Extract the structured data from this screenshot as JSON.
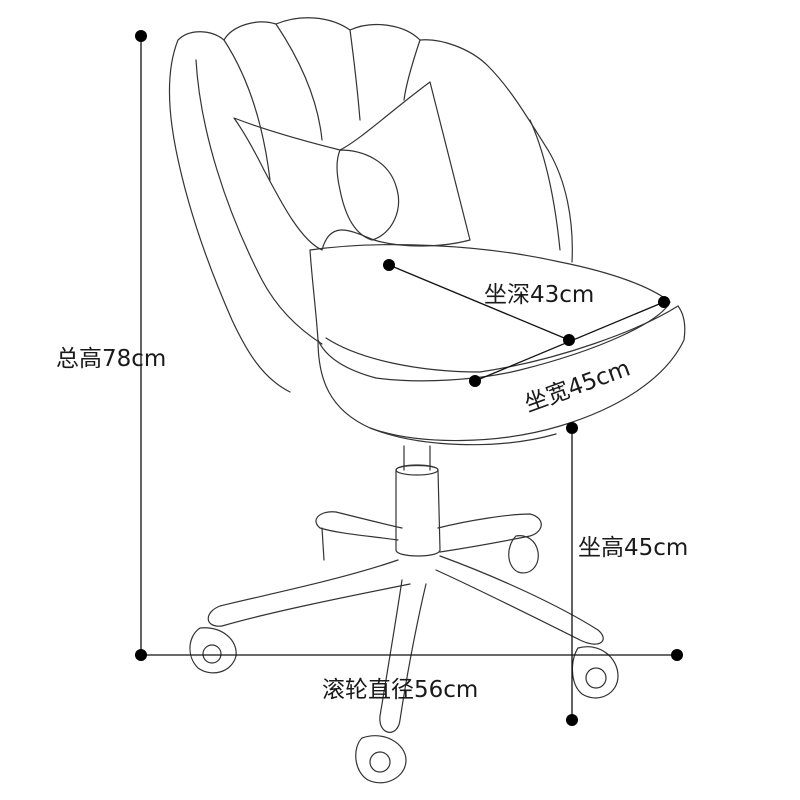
{
  "diagram": {
    "labels": {
      "total_height": "总高78cm",
      "seat_depth": "坐深43cm",
      "seat_width": "坐宽45cm",
      "seat_height": "坐高45cm",
      "wheel_diameter": "滚轮直径56cm"
    },
    "colors": {
      "line": "#333333",
      "dimension": "#111111",
      "background": "#ffffff"
    }
  }
}
